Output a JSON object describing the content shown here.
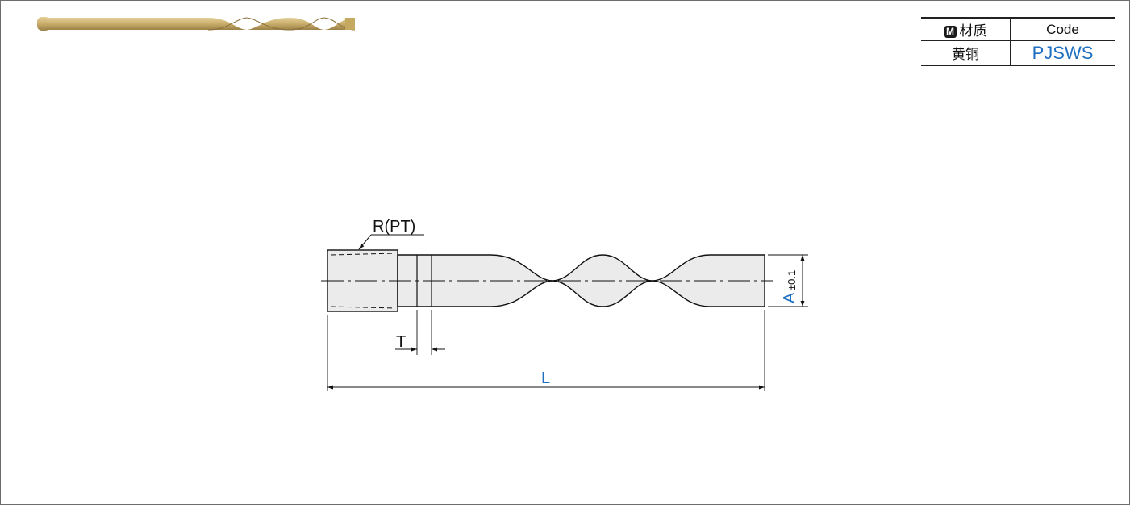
{
  "spec_table": {
    "header_material_badge": "M",
    "header_material": "材质",
    "header_code": "Code",
    "material_value": "黄铜",
    "code_value": "PJSWS"
  },
  "drawing": {
    "thread_label": "R(PT)",
    "dimension_t": "T",
    "dimension_l": "L",
    "dimension_a": "A",
    "tolerance_a": "±0.1"
  },
  "colors": {
    "accent_blue": "#1f6fc0",
    "brass": "#c9ad6b"
  },
  "icons": {
    "material_badge": "M-badge-icon"
  }
}
